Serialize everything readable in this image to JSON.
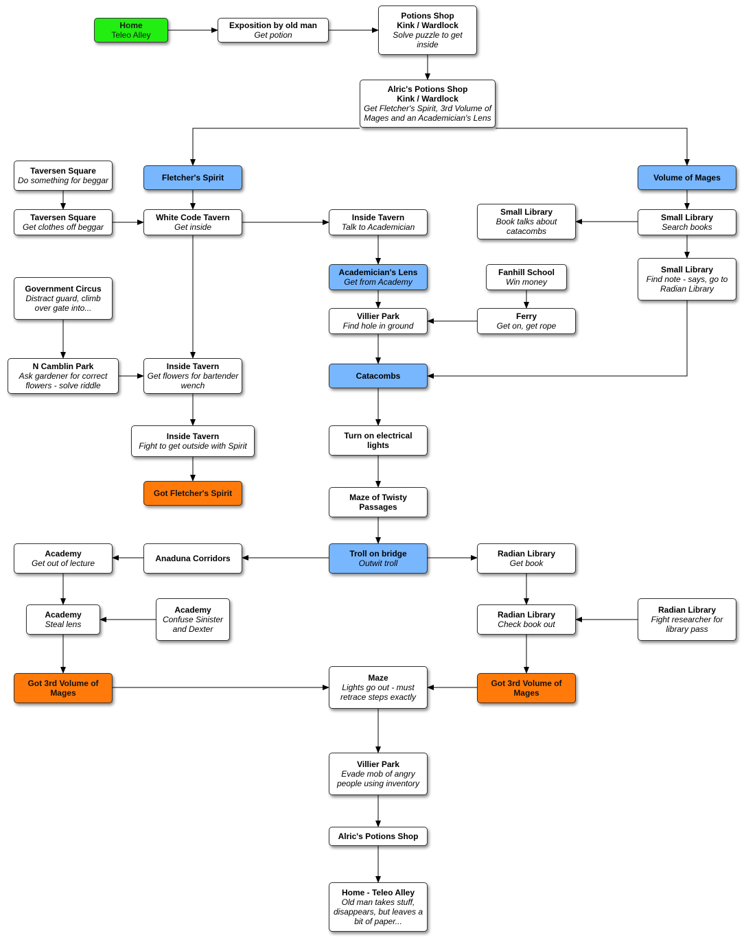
{
  "colors": {
    "start": "#22ee11",
    "milestone": "#78b6fd",
    "goal": "#ff7a0a",
    "default": "#ffffff",
    "edge": "#000000"
  },
  "nodes": [
    {
      "id": "home",
      "type": "start",
      "title": "Home",
      "desc": "Teleo Alley"
    },
    {
      "id": "exposition",
      "type": "step",
      "title": "Exposition by old man",
      "desc": "Get potion"
    },
    {
      "id": "potions-shop",
      "type": "step",
      "title": "Potions Shop\nKink / Wardlock",
      "desc": "Solve puzzle to get\ninside"
    },
    {
      "id": "alrics-shop",
      "type": "step",
      "title": "Alric's Potions Shop\nKink / Wardlock",
      "desc": "Get Fletcher's Spirit, 3rd Volume of\nMages and an Academician's Lens"
    },
    {
      "id": "fletchers-spirit",
      "type": "milestone",
      "title": "Fletcher's Spirit",
      "desc": ""
    },
    {
      "id": "volume-of-mages",
      "type": "milestone",
      "title": "Volume of Mages",
      "desc": ""
    },
    {
      "id": "taversen-1",
      "type": "step",
      "title": "Taversen Square",
      "desc": "Do something for beggar"
    },
    {
      "id": "taversen-2",
      "type": "step",
      "title": "Taversen Square",
      "desc": "Get clothes off beggar"
    },
    {
      "id": "white-code-tavern",
      "type": "step",
      "title": "White Code Tavern",
      "desc": "Get inside"
    },
    {
      "id": "inside-tavern-talk",
      "type": "step",
      "title": "Inside Tavern",
      "desc": "Talk to Academician"
    },
    {
      "id": "small-library-talks",
      "type": "step",
      "title": "Small Library",
      "desc": "Book talks about\ncatacombs"
    },
    {
      "id": "small-library-search",
      "type": "step",
      "title": "Small Library",
      "desc": "Search books"
    },
    {
      "id": "academicians-lens",
      "type": "milestone",
      "title": "Academician's Lens",
      "desc": "Get from Academy"
    },
    {
      "id": "fanhill-school",
      "type": "step",
      "title": "Fanhill School",
      "desc": "Win money"
    },
    {
      "id": "small-library-note",
      "type": "step",
      "title": "Small Library",
      "desc": "Find note - says, go to\nRadian Library"
    },
    {
      "id": "government-circus",
      "type": "step",
      "title": "Government Circus",
      "desc": "Distract guard, climb\nover gate into..."
    },
    {
      "id": "villier-park-hole",
      "type": "step",
      "title": "Villier Park",
      "desc": "Find hole in ground"
    },
    {
      "id": "ferry",
      "type": "step",
      "title": "Ferry",
      "desc": "Get on, get rope"
    },
    {
      "id": "n-camblin-park",
      "type": "step",
      "title": "N Camblin Park",
      "desc": "Ask gardener for correct\nflowers - solve riddle"
    },
    {
      "id": "inside-tavern-flowers",
      "type": "step",
      "title": "Inside Tavern",
      "desc": "Get flowers for bartender\nwench"
    },
    {
      "id": "catacombs",
      "type": "milestone",
      "title": "Catacombs",
      "desc": ""
    },
    {
      "id": "inside-tavern-fight",
      "type": "step",
      "title": "Inside Tavern",
      "desc": "Fight to get outside with Spirit"
    },
    {
      "id": "electrical-lights",
      "type": "step",
      "title": "Turn on electrical\nlights",
      "desc": ""
    },
    {
      "id": "got-fletchers-spirit",
      "type": "goal",
      "title": "Got Fletcher's Spirit",
      "desc": ""
    },
    {
      "id": "maze-twisty",
      "type": "step",
      "title": "Maze of Twisty\nPassages",
      "desc": ""
    },
    {
      "id": "academy-lecture",
      "type": "step",
      "title": "Academy",
      "desc": "Get out of lecture"
    },
    {
      "id": "anaduna-corridors",
      "type": "step",
      "title": "Anaduna Corridors",
      "desc": ""
    },
    {
      "id": "troll-on-bridge",
      "type": "milestone",
      "title": "Troll on bridge",
      "desc": "Outwit troll"
    },
    {
      "id": "radian-library-get",
      "type": "step",
      "title": "Radian Library",
      "desc": "Get book"
    },
    {
      "id": "academy-steal",
      "type": "step",
      "title": "Academy",
      "desc": "Steal lens"
    },
    {
      "id": "academy-confuse",
      "type": "step",
      "title": "Academy",
      "desc": "Confuse Sinister\nand Dexter"
    },
    {
      "id": "radian-library-check",
      "type": "step",
      "title": "Radian Library",
      "desc": "Check book out"
    },
    {
      "id": "radian-library-fight",
      "type": "step",
      "title": "Radian Library",
      "desc": "Fight researcher for\nlibrary pass"
    },
    {
      "id": "got-3rd-volume-left",
      "type": "goal",
      "title": "Got 3rd Volume of\nMages",
      "desc": ""
    },
    {
      "id": "maze-lights",
      "type": "step",
      "title": "Maze",
      "desc": "Lights go out - must\nretrace steps exactly"
    },
    {
      "id": "got-3rd-volume-right",
      "type": "goal",
      "title": "Got 3rd Volume of\nMages",
      "desc": ""
    },
    {
      "id": "villier-park-mob",
      "type": "step",
      "title": "Villier Park",
      "desc": "Evade mob of angry\npeople using inventory"
    },
    {
      "id": "alrics-shop-return",
      "type": "step",
      "title": "Alric's Potions Shop",
      "desc": ""
    },
    {
      "id": "home-final",
      "type": "step",
      "title": "Home - Teleo Alley",
      "desc": "Old man takes stuff,\ndisappears, but leaves a\nbit of paper..."
    }
  ],
  "edges": [
    {
      "from": "home",
      "to": "exposition"
    },
    {
      "from": "exposition",
      "to": "potions-shop"
    },
    {
      "from": "potions-shop",
      "to": "alrics-shop"
    },
    {
      "from": "alrics-shop",
      "to": "fletchers-spirit"
    },
    {
      "from": "alrics-shop",
      "to": "volume-of-mages"
    },
    {
      "from": "fletchers-spirit",
      "to": "white-code-tavern"
    },
    {
      "from": "taversen-1",
      "to": "taversen-2"
    },
    {
      "from": "taversen-2",
      "to": "white-code-tavern"
    },
    {
      "from": "white-code-tavern",
      "to": "inside-tavern-talk"
    },
    {
      "from": "white-code-tavern",
      "to": "inside-tavern-flowers"
    },
    {
      "from": "inside-tavern-talk",
      "to": "academicians-lens"
    },
    {
      "from": "academicians-lens",
      "to": "villier-park-hole"
    },
    {
      "from": "fanhill-school",
      "to": "ferry"
    },
    {
      "from": "ferry",
      "to": "villier-park-hole"
    },
    {
      "from": "villier-park-hole",
      "to": "catacombs"
    },
    {
      "from": "volume-of-mages",
      "to": "small-library-search"
    },
    {
      "from": "small-library-search",
      "to": "small-library-talks"
    },
    {
      "from": "small-library-search",
      "to": "small-library-note"
    },
    {
      "from": "small-library-note",
      "to": "catacombs"
    },
    {
      "from": "government-circus",
      "to": "n-camblin-park"
    },
    {
      "from": "n-camblin-park",
      "to": "inside-tavern-flowers"
    },
    {
      "from": "inside-tavern-flowers",
      "to": "inside-tavern-fight"
    },
    {
      "from": "inside-tavern-fight",
      "to": "got-fletchers-spirit"
    },
    {
      "from": "catacombs",
      "to": "electrical-lights"
    },
    {
      "from": "electrical-lights",
      "to": "maze-twisty"
    },
    {
      "from": "maze-twisty",
      "to": "troll-on-bridge"
    },
    {
      "from": "troll-on-bridge",
      "to": "anaduna-corridors"
    },
    {
      "from": "anaduna-corridors",
      "to": "academy-lecture"
    },
    {
      "from": "troll-on-bridge",
      "to": "radian-library-get"
    },
    {
      "from": "academy-lecture",
      "to": "academy-steal"
    },
    {
      "from": "academy-confuse",
      "to": "academy-steal"
    },
    {
      "from": "academy-steal",
      "to": "got-3rd-volume-left"
    },
    {
      "from": "radian-library-get",
      "to": "radian-library-check"
    },
    {
      "from": "radian-library-fight",
      "to": "radian-library-check"
    },
    {
      "from": "radian-library-check",
      "to": "got-3rd-volume-right"
    },
    {
      "from": "got-3rd-volume-left",
      "to": "maze-lights"
    },
    {
      "from": "got-3rd-volume-right",
      "to": "maze-lights"
    },
    {
      "from": "maze-lights",
      "to": "villier-park-mob"
    },
    {
      "from": "villier-park-mob",
      "to": "alrics-shop-return"
    },
    {
      "from": "alrics-shop-return",
      "to": "home-final"
    }
  ]
}
